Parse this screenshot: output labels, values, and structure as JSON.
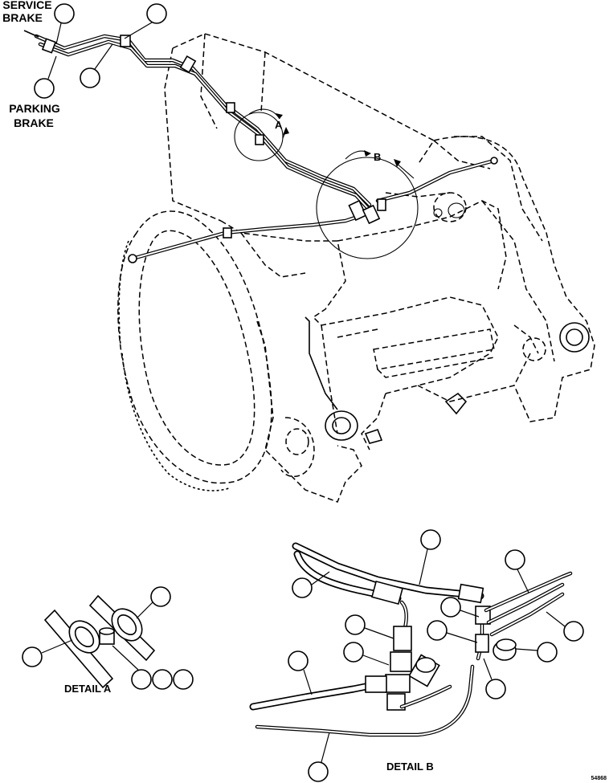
{
  "labels": {
    "service_brake_line1": "SERVICE",
    "service_brake_line2": "BRAKE",
    "parking_brake_line1": "PARKING",
    "parking_brake_line2": "BRAKE",
    "view_a": "A",
    "view_b": "B",
    "detail_a": "DETAIL A",
    "detail_b": "DETAIL B",
    "figure_number": "54868"
  }
}
